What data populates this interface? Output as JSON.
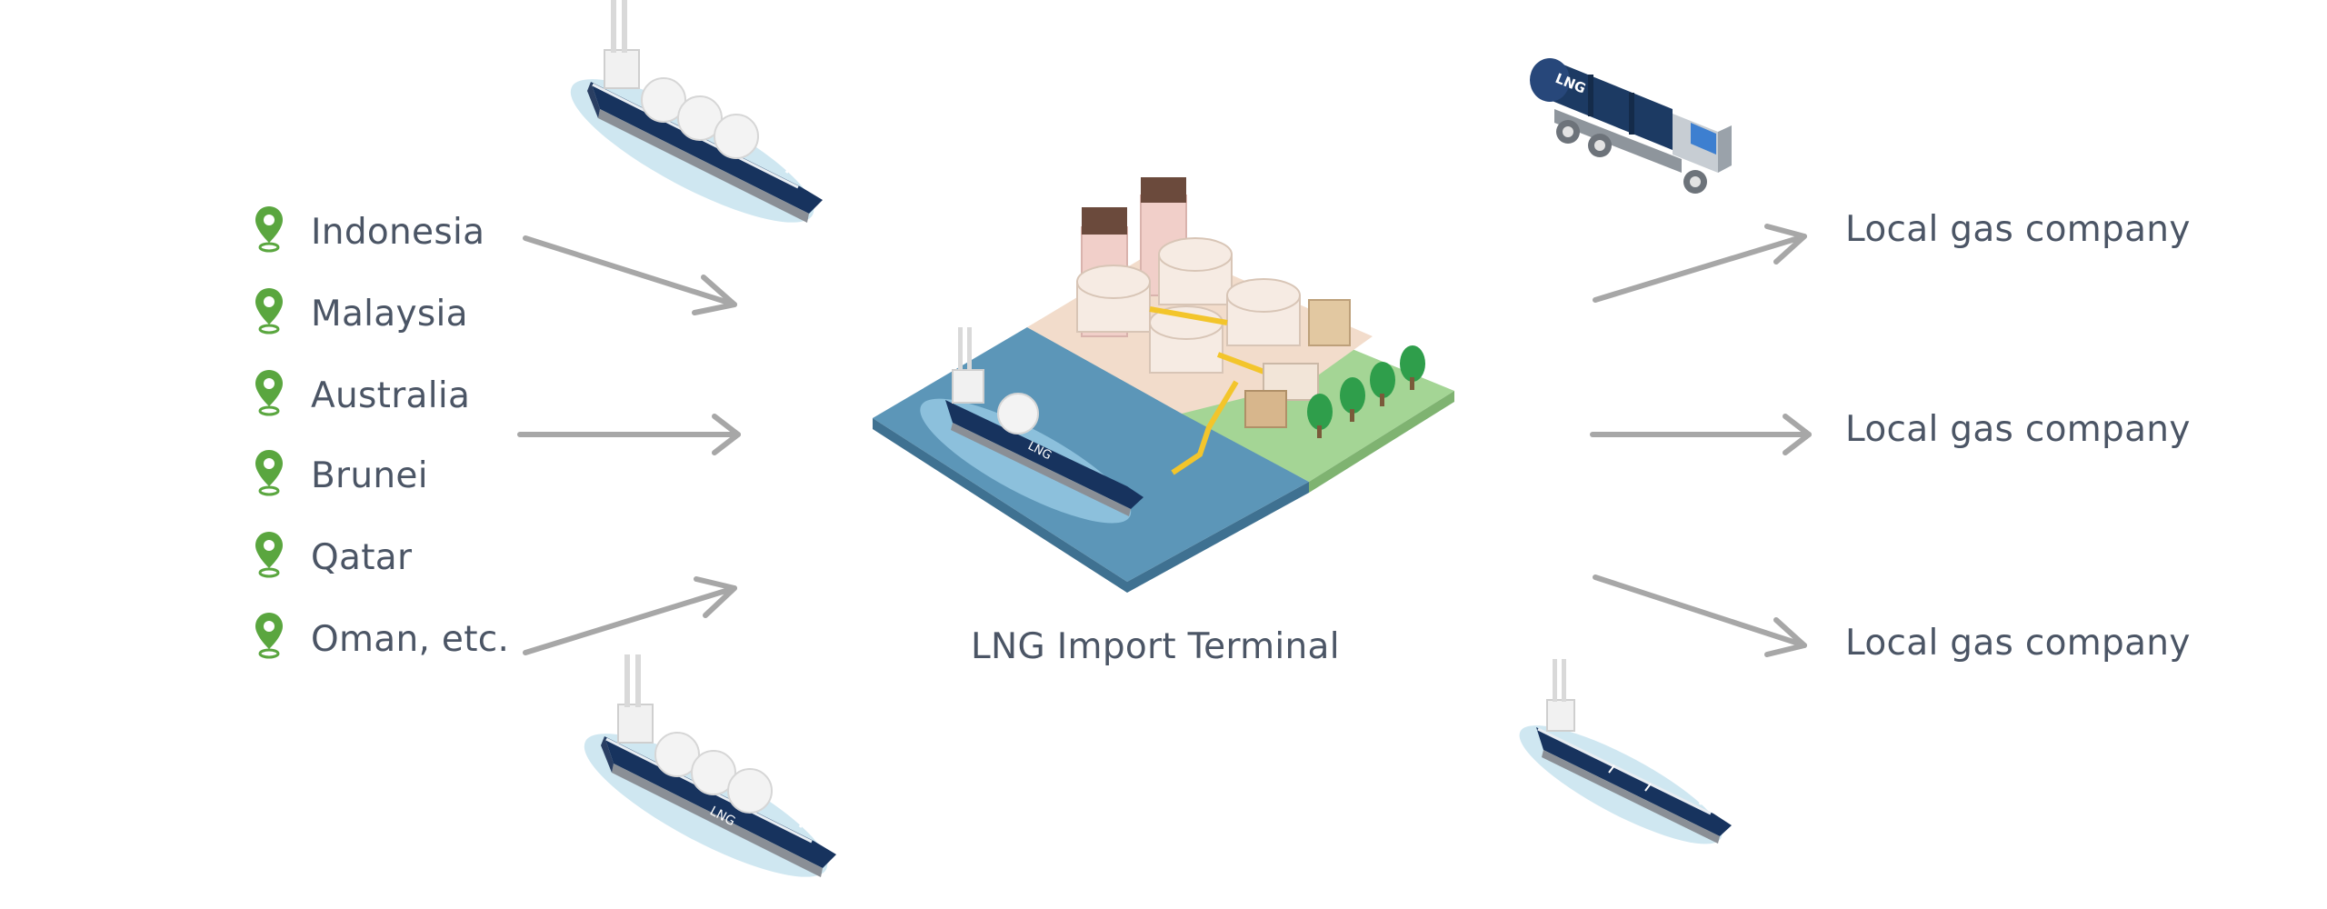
{
  "sources": [
    {
      "label": "Indonesia"
    },
    {
      "label": "Malaysia"
    },
    {
      "label": "Australia"
    },
    {
      "label": "Brunei"
    },
    {
      "label": "Qatar"
    },
    {
      "label": "Oman, etc."
    }
  ],
  "terminal": {
    "label": "LNG Import Terminal"
  },
  "destinations": [
    {
      "label": "Local gas company"
    },
    {
      "label": "Local gas company"
    },
    {
      "label": "Local gas company"
    }
  ],
  "tanker_text": "LNG",
  "truck_text": "LNG",
  "colors": {
    "text": "#4b5565",
    "pin": "#5aa63f",
    "arrow": "#a7a7a7",
    "hull": "#16325c",
    "water": "#5c96b8",
    "grass": "#9fd08f",
    "sand": "#f0d9c7"
  }
}
